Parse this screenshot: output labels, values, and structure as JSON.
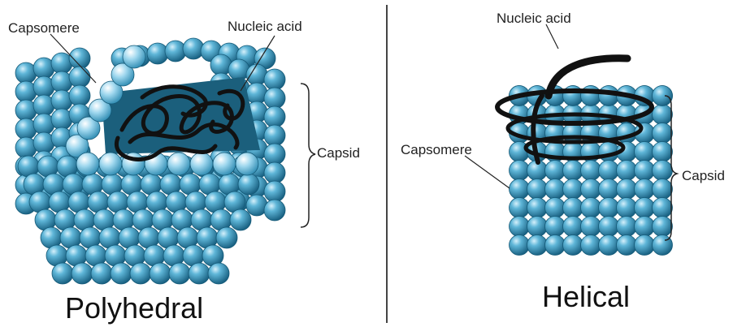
{
  "polyhedral": {
    "title": "Polyhedral",
    "labels": {
      "capsomere": "Capsomere",
      "nucleic_acid": "Nucleic acid",
      "capsid": "Capsid"
    }
  },
  "helical": {
    "title": "Helical",
    "labels": {
      "nucleic_acid": "Nucleic acid",
      "capsomere": "Capsomere",
      "capsid": "Capsid"
    }
  },
  "colors": {
    "capsomere_dark": "#1f6f8f",
    "capsomere_mid": "#3596bd",
    "capsomere_light": "#a9dcef",
    "nucleic_acid": "#111111",
    "interior": "#1b5f7c"
  }
}
